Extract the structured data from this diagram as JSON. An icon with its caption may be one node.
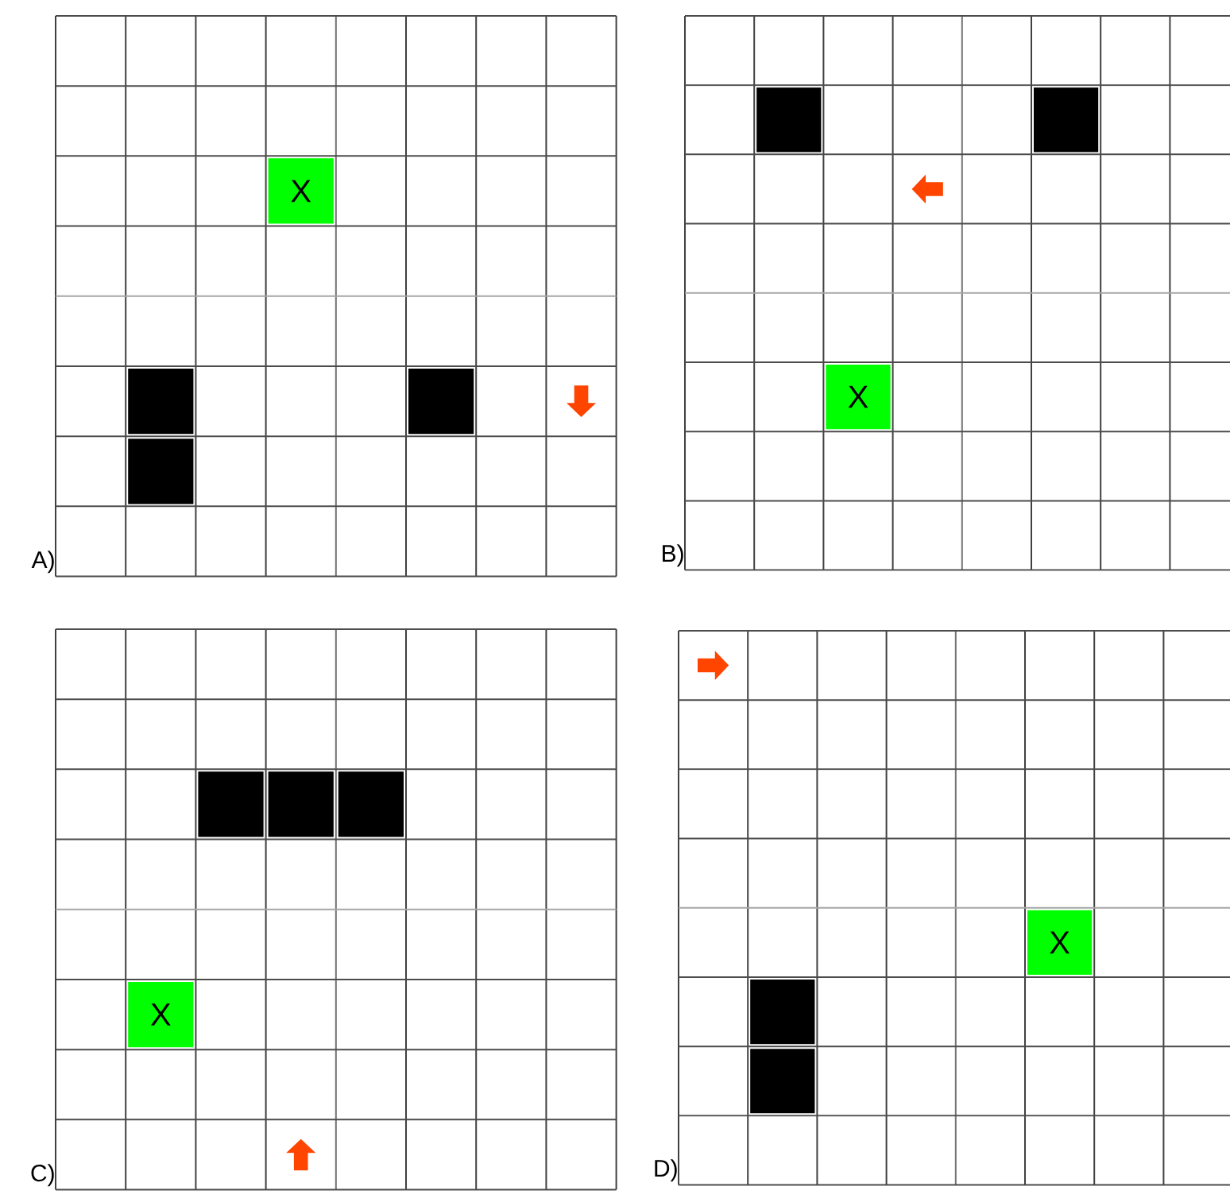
{
  "diagram": {
    "nodes": [
      {
        "text": [
          "A)"
        ]
      },
      {
        "text": [
          "X"
        ],
        "in": 0
      },
      {
        "text": [],
        "shape": "box",
        "in": 0
      },
      {
        "text": [],
        "shape": "box",
        "in": 0
      },
      {
        "text": [],
        "shape": "box",
        "in": 0
      },
      {
        "text": [
          "B)"
        ]
      },
      {
        "text": [],
        "shape": "box",
        "in": 5
      },
      {
        "text": [],
        "shape": "box",
        "in": 5
      },
      {
        "text": [
          "X"
        ],
        "in": 5
      },
      {
        "text": [
          "C)"
        ]
      },
      {
        "text": [],
        "shape": "box",
        "in": 9
      },
      {
        "text": [],
        "shape": "box",
        "in": 9
      },
      {
        "text": [],
        "shape": "box",
        "in": 9
      },
      {
        "text": [
          "X"
        ],
        "in": 9
      },
      {
        "text": [
          "D)"
        ]
      },
      {
        "text": [
          "X"
        ],
        "in": 14
      },
      {
        "text": [],
        "shape": "box",
        "in": 14
      },
      {
        "text": [],
        "shape": "box",
        "in": 14
      }
    ]
  }
}
